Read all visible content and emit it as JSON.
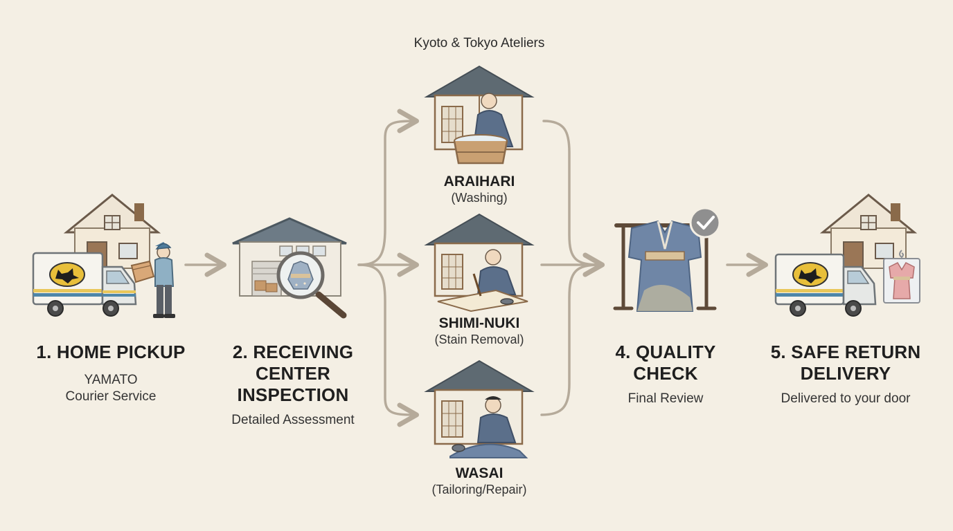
{
  "header": "Kyoto & Tokyo Ateliers",
  "steps": [
    {
      "title": "1. HOME PICKUP",
      "sub_lines": [
        "YAMATO",
        "Courier Service"
      ]
    },
    {
      "title_lines": [
        "2. RECEIVING",
        "CENTER",
        "INSPECTION"
      ],
      "sub": "Detailed Assessment"
    },
    {
      "title_lines": [
        "4. QUALITY",
        "CHECK"
      ],
      "sub": "Final Review"
    },
    {
      "title_lines": [
        "5. SAFE RETURN",
        "DELIVERY"
      ],
      "sub": "Delivered to your door"
    }
  ],
  "processes": [
    {
      "title": "ARAIHARI",
      "sub": "(Washing)"
    },
    {
      "title": "SHIMI-NUKI",
      "sub": "(Stain Removal)"
    },
    {
      "title": "WASAI",
      "sub": "(Tailoring/Repair)"
    }
  ],
  "icons": {
    "step1": [
      "house-icon",
      "delivery-truck-icon",
      "courier-person-icon"
    ],
    "step2": [
      "warehouse-icon",
      "magnifier-icon"
    ],
    "processes": [
      "atelier-washing-icon",
      "atelier-stain-removal-icon",
      "atelier-tailoring-icon"
    ],
    "step4": [
      "kimono-on-stand-icon",
      "checkmark-icon"
    ],
    "step5": [
      "house-icon",
      "delivery-truck-icon",
      "kimono-garment-icon"
    ]
  },
  "colors": {
    "background": "#f4efe4",
    "arrow": "#b5aa9a",
    "wood": "#8a6a4a",
    "roof": "#5e6a72",
    "kimono": "#6f86a6",
    "truck_stripe_yellow": "#e9c75a",
    "truck_stripe_blue": "#4e86a8",
    "check_badge": "#8f8f8f"
  }
}
